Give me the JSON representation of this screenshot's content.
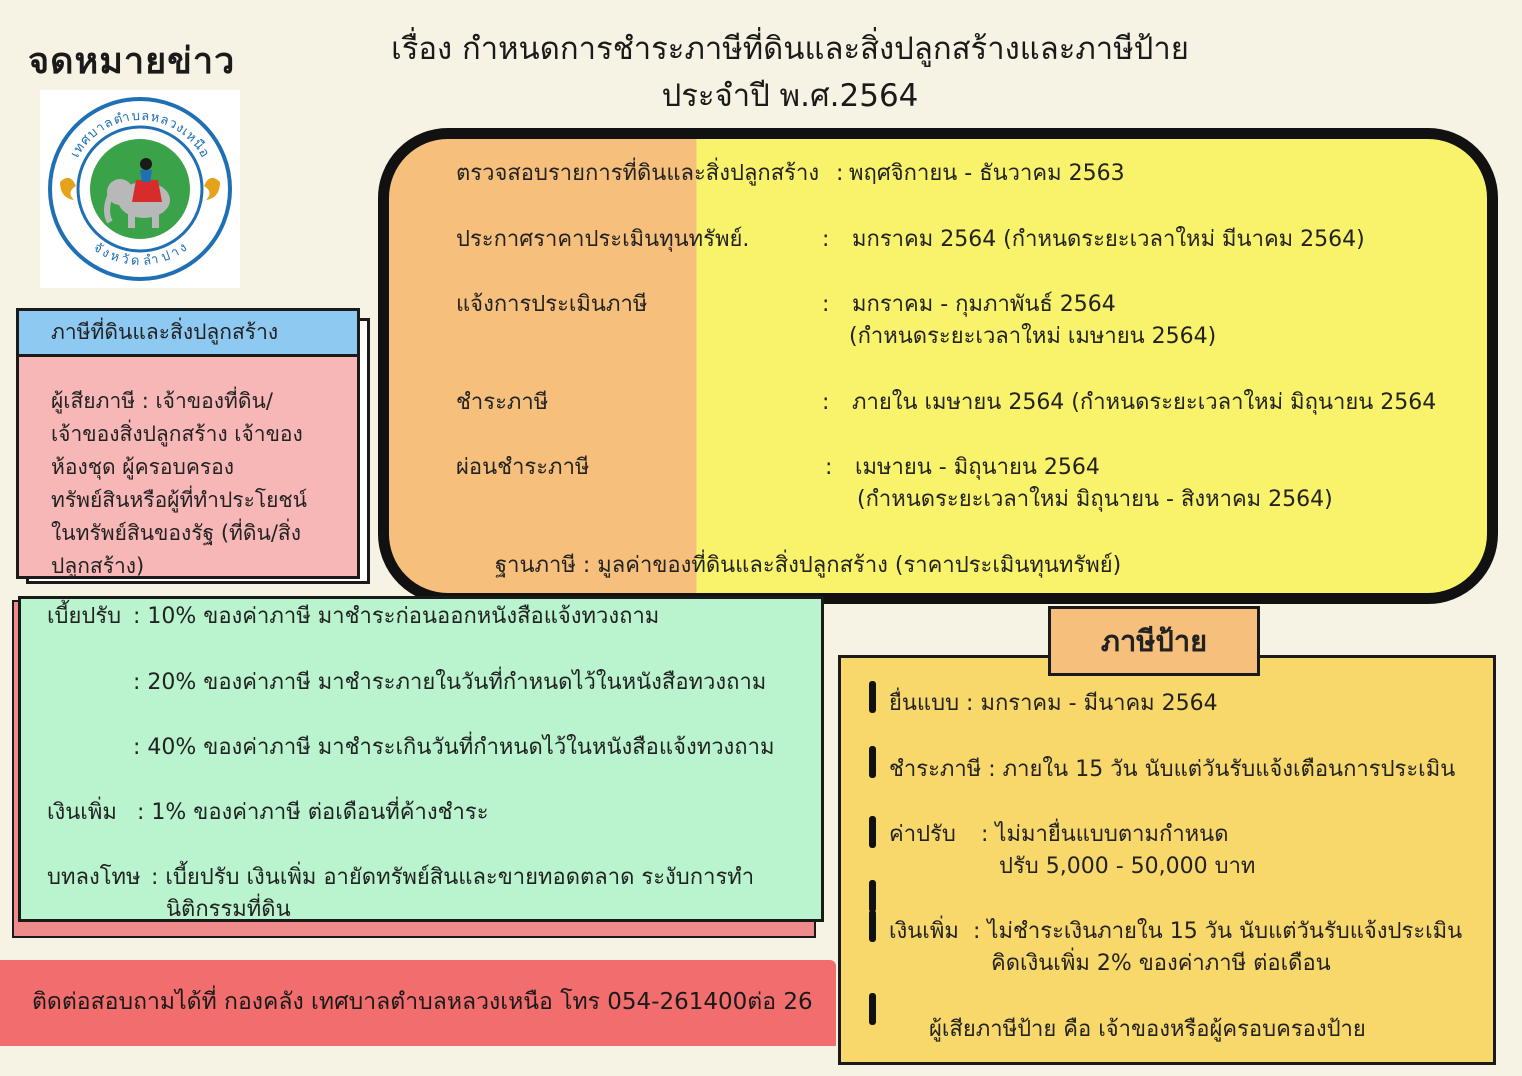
{
  "header": {
    "newsletter_label": "จดหมายข่าว",
    "title_line1": "เรื่อง กำหนดการชำระภาษีที่ดินและสิ่งปลูกสร้างและภาษีป้าย",
    "title_line2": "ประจำปี พ.ศ.2564"
  },
  "logo": {
    "icon": "municipality-seal-elephant",
    "text_top": "เทศบาลตำบลหลวงเหนือ",
    "text_bottom": "จังหวัดลำปาง",
    "colors": {
      "ring": "#1f6fb5",
      "inner": "#3aa34a",
      "elephant": "#b8b8b8",
      "saddle": "#d82b2b"
    }
  },
  "land_tax_card": {
    "heading": "ภาษีที่ดินและสิ่งปลูกสร้าง",
    "body_lines": [
      "ผู้เสียภาษี : เจ้าของที่ดิน/",
      "เจ้าของสิ่งปลูกสร้าง เจ้าของ",
      "ห้องชุด ผู้ครอบครอง",
      "ทรัพย์สินหรือผู้ที่ทำประโยชน์",
      "ในทรัพย์สินของรัฐ (ที่ดิน/สิ่ง",
      "ปลูกสร้าง)"
    ]
  },
  "schedule": {
    "items": [
      {
        "label": "ตรวจสอบรายการที่ดินและสิ่งปลูกสร้าง",
        "sep": ":",
        "value": "พฤศจิกายน - ธันวาคม 2563",
        "note": ""
      },
      {
        "label": "ประกาศราคาประเมินทุนทรัพย์.",
        "sep": ":",
        "value": "มกราคม 2564 (กำหนดระยะเวลาใหม่ มีนาคม 2564)",
        "note": ""
      },
      {
        "label": "แจ้งการประเมินภาษี",
        "sep": ":",
        "value": "มกราคม - กุมภาพันธ์ 2564",
        "note": "(กำหนดระยะเวลาใหม่ เมษายน 2564)"
      },
      {
        "label": "ชำระภาษี",
        "sep": ":",
        "value": "ภายใน เมษายน 2564 (กำหนดระยะเวลาใหม่ มิถุนายน 2564",
        "note": ""
      },
      {
        "label": "ผ่อนชำระภาษี",
        "sep": ":",
        "value": "เมษายน - มิถุนายน 2564",
        "note": "(กำหนดระยะเวลาใหม่ มิถุนายน - สิงหาคม 2564)"
      }
    ],
    "tax_base": "ฐานภาษี : มูลค่าของที่ดินและสิ่งปลูกสร้าง (ราคาประเมินทุนทรัพย์)",
    "colors": {
      "left": "#f6c07c",
      "right": "#f8f36a"
    }
  },
  "penalties": {
    "fine_label": "เบี้ยปรับ",
    "fine_lines": [
      ": 10% ของค่าภาษี มาชำระก่อนออกหนังสือแจ้งทวงถาม",
      ": 20% ของค่าภาษี มาชำระภายในวันที่กำหนดไว้ในหนังสือทวงถาม",
      ": 40% ของค่าภาษี มาชำระเกินวันที่กำหนดไว้ในหนังสือแจ้งทวงถาม"
    ],
    "surcharge_label": "เงินเพิ่ม",
    "surcharge_text": ": 1% ของค่าภาษี ต่อเดือนที่ค้างชำระ",
    "punishment_label": "บทลงโทษ",
    "punishment_line1": ": เบี้ยปรับ  เงินเพิ่ม  อายัดทรัพย์สินและขายทอดตลาด ระงับการทำ",
    "punishment_line2": "นิติกรรมที่ดิน"
  },
  "contact": {
    "text": "ติดต่อสอบถามได้ที่ กองคลัง เทศบาลตำบลหลวงเหนือ โทร 054-261400ต่อ 26"
  },
  "sign_tax": {
    "heading": "ภาษีป้าย",
    "filing": "ยื่นแบบ : มกราคม - มีนาคม 2564",
    "payment": "ชำระภาษี : ภายใน 15 วัน นับแต่วันรับแจ้งเตือนการประเมิน",
    "fine_label": "ค่าปรับ",
    "fine_line1": ": ไม่มายื่นแบบตามกำหนด",
    "fine_line2": "ปรับ 5,000 - 50,000 บาท",
    "surcharge_label": "เงินเพิ่ม",
    "surcharge_line1": ": ไม่ชำระเงินภายใน 15 วัน นับแต่วันรับแจ้งประเมิน",
    "surcharge_line2": "คิดเงินเพิ่ม 2% ของค่าภาษี ต่อเดือน",
    "taxpayer": "ผู้เสียภาษีป้าย คือ เจ้าของหรือผู้ครอบครองป้าย"
  }
}
